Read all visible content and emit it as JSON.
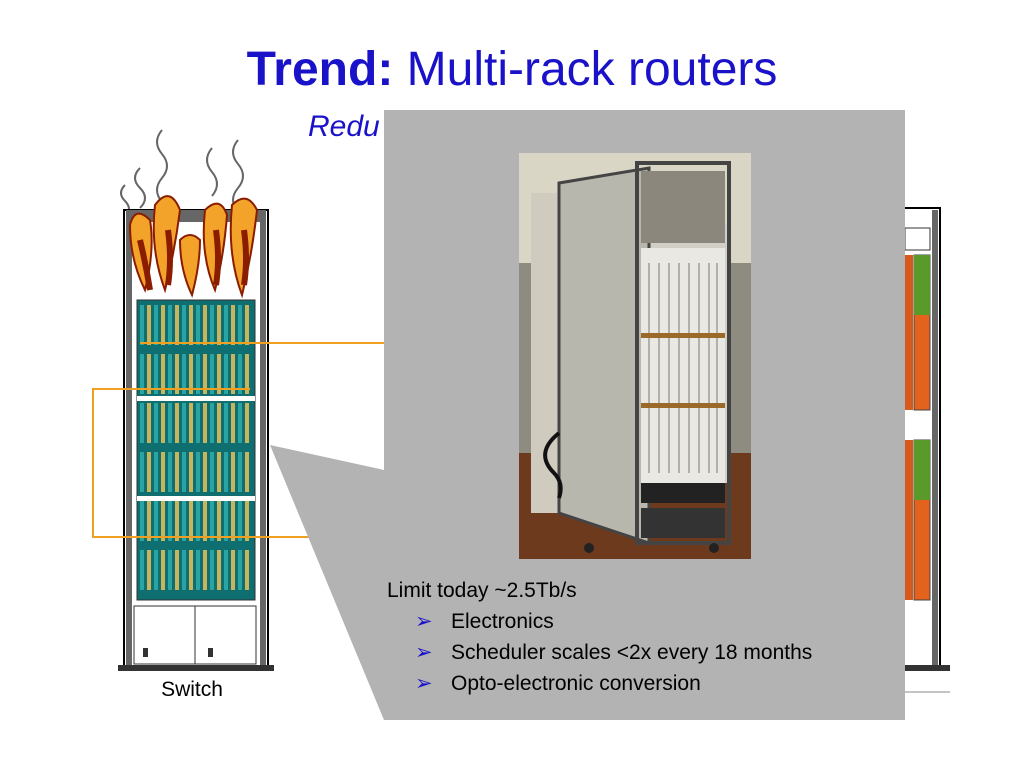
{
  "title": {
    "bold": "Trend:",
    "rest": " Multi-rack routers"
  },
  "subtitle": "Redu",
  "rack_label": "Switch",
  "callout": {
    "heading": "Limit today ~2.5Tb/s",
    "bullets": [
      "Electronics",
      "Scheduler scales <2x every 18 months",
      "Opto-electronic conversion"
    ],
    "bullet_symbol": "➢"
  },
  "colors": {
    "title": "#1a12c8",
    "callout_bg": "#b3b3b3",
    "line_card_teal": "#1b8a8c",
    "optical_link": "#f0a020"
  }
}
